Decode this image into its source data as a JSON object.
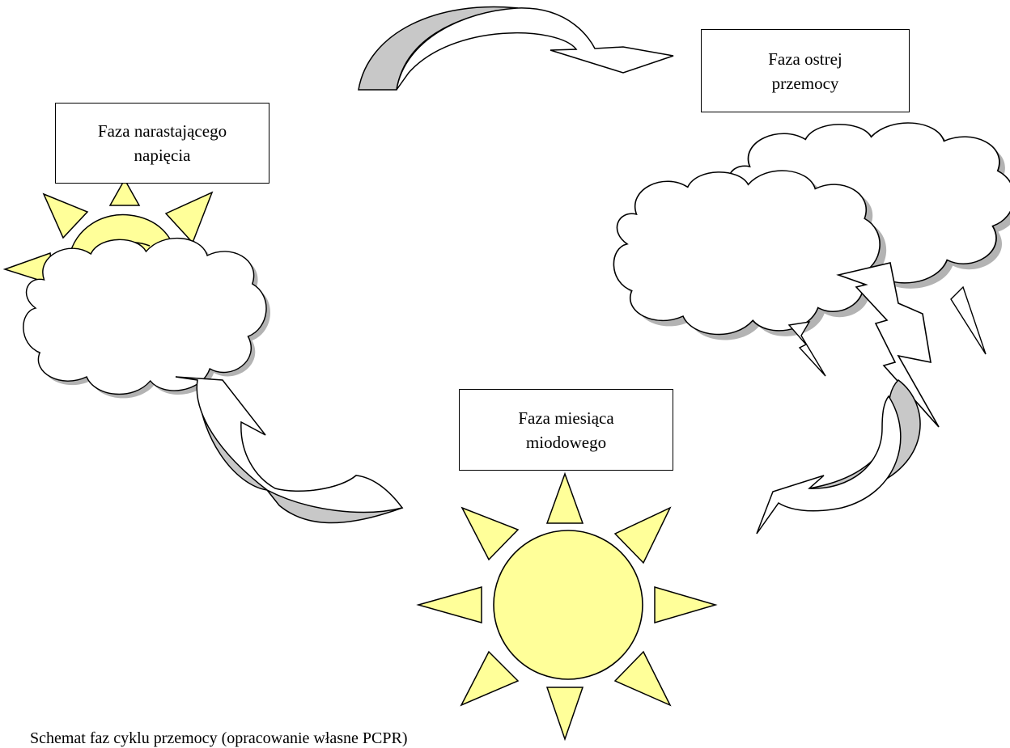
{
  "diagram": {
    "phases": [
      {
        "id": "tension",
        "lines": [
          "Faza narastającego",
          "napięcia"
        ]
      },
      {
        "id": "acute",
        "lines": [
          "Faza ostrej",
          "przemocy"
        ]
      },
      {
        "id": "honeymoon",
        "lines": [
          "Faza miesiąca",
          "miodowego"
        ]
      }
    ],
    "caption": "Schemat faz cyklu przemocy (opracowanie własne PCPR)"
  },
  "colors": {
    "sun_fill": "#ffff99",
    "cloud_fill": "#ffffff",
    "cloud_shadow": "#b3b3b3",
    "arrow_shadow": "#c8c8c8",
    "stroke": "#000000"
  }
}
